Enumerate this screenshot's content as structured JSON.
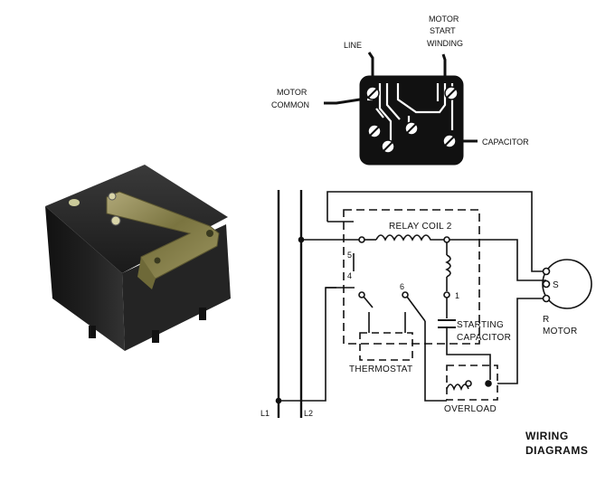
{
  "top_relay": {
    "line": "LINE",
    "motor_start_winding": [
      "MOTOR",
      "START",
      "WINDING"
    ],
    "motor_common": [
      "MOTOR",
      "COMMON"
    ],
    "capacitor": "CAPACITOR"
  },
  "schematic": {
    "relay_coil": "RELAY COIL 2",
    "terminal_5": "5",
    "terminal_4": "4",
    "terminal_6": "6",
    "terminal_1": "1",
    "s": "S",
    "r": "R",
    "motor": "MOTOR",
    "starting_capacitor": [
      "STARTING",
      "CAPACITOR"
    ],
    "thermostat": "THERMOSTAT",
    "overload": "OVERLOAD",
    "l1": "L1",
    "l2": "L2"
  },
  "caption": [
    "WIRING",
    "DIAGRAMS"
  ],
  "colors": {
    "ink": "#111111",
    "relay_body": "#1c1c1c",
    "bracket": "#8a8a4a"
  }
}
